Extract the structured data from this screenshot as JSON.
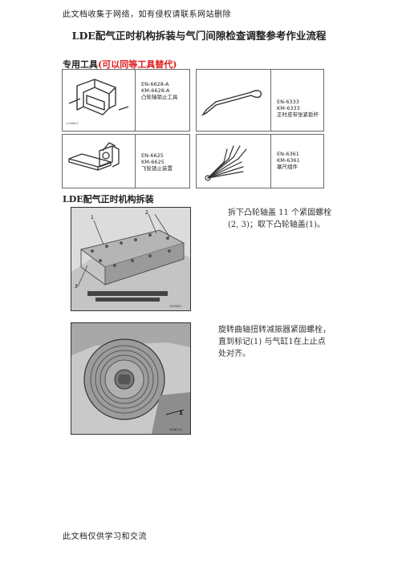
{
  "header_note": "此文档收集于网络，如有侵权请联系网站删除",
  "title": "LDE配气正时机构拆装与气门间隙检查调整参考作业流程",
  "tools_section": {
    "label_prefix": "专用工具",
    "label_highlight": "(可以同等工具替代)"
  },
  "tools": [
    {
      "lines": [
        "EN-6628-A",
        "KM-6628-A",
        "凸轮轴锁止工具"
      ],
      "code": "1146843"
    },
    {
      "lines": [
        "EN-6333",
        "KM-6333",
        "正时皮带张紧扳杆"
      ],
      "code": ""
    },
    {
      "lines": [
        "EN-6625",
        "KM-6625",
        "飞轮锁止装置"
      ],
      "code": ""
    },
    {
      "lines": [
        "EN-6361",
        "KM-6361",
        "塞尺组件"
      ],
      "code": ""
    }
  ],
  "disassembly_section": {
    "label": "LDE配气正时机构拆装"
  },
  "steps": [
    {
      "text": "拆下凸轮轴盖 11 个紧固螺栓(2, 3)；取下凸轮轴盖(1)。",
      "callouts": [
        "1",
        "2",
        "3"
      ],
      "code": "3595621"
    },
    {
      "text": "旋转曲轴扭转减振器紧固螺栓，直到标记(1) 与气缸1在上止点处对齐。",
      "callouts": [
        "1"
      ],
      "code": "3598713"
    }
  ],
  "footer_note": "此文档仅供学习和交流"
}
